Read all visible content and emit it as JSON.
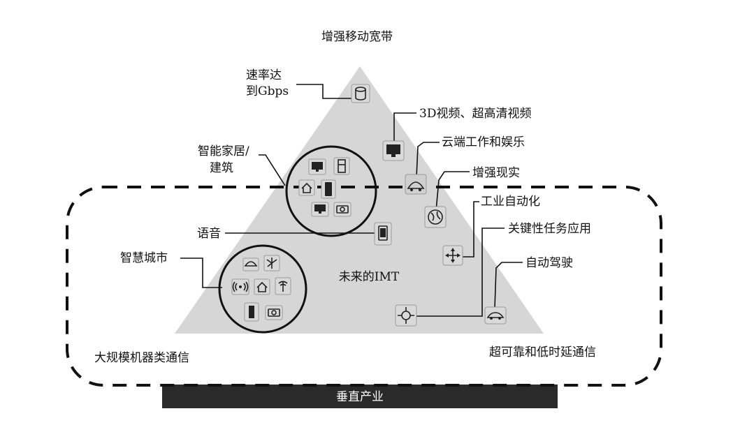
{
  "diagram": {
    "top_label": "增强移动宽带",
    "center_label": "未来的IMT",
    "bottom_left_label": "大规模机器类通信",
    "bottom_right_label": "超可靠和低时延通信",
    "bar_label": "垂直产业",
    "callouts": {
      "gbps_line1": "速率达",
      "gbps_line2": "到Gbps",
      "video_3d": "3D视频、超高清视频",
      "cloud": "云端工作和娱乐",
      "smart_home_line1": "智能家居/",
      "smart_home_line2": "建筑",
      "ar": "增强现实",
      "industrial": "工业自动化",
      "voice": "语音",
      "mission": "关键性任务应用",
      "smart_city": "智慧城市",
      "auto_drive": "自动驾驶"
    },
    "icons": [
      "storage-icon",
      "monitor-icon",
      "cloud-car-icon",
      "globe-icon",
      "tablet-icon",
      "cross-arrows-icon",
      "target-icon",
      "car-icon",
      "tv-icon",
      "fridge-icon",
      "house-icon",
      "phone-icon",
      "camera-icon",
      "pinwheel-icon",
      "signal-icon",
      "tower-icon",
      "meter-icon"
    ],
    "colors": {
      "triangle": "#d6d6d6",
      "bar": "#2a2a2a",
      "bar_text": "#ffffff",
      "ink": "#111111"
    }
  }
}
